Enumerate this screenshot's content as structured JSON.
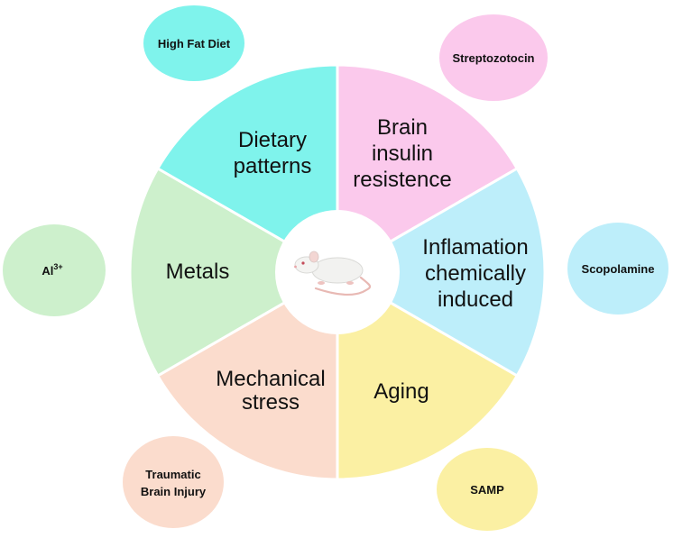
{
  "colors": {
    "dietary": "#7ff3ec",
    "brain": "#fbc9ec",
    "inflammation": "#bdeefa",
    "aging": "#fbf0a3",
    "mechanical": "#fbdccd",
    "metals": "#cdf0cc",
    "center": "#ffffff"
  },
  "center": {
    "icon": "rat-icon"
  },
  "segments": [
    {
      "id": "dietary",
      "lines": [
        "Dietary",
        "patterns"
      ]
    },
    {
      "id": "brain",
      "lines": [
        "Brain",
        "insulin",
        "resistence"
      ]
    },
    {
      "id": "inflammation",
      "lines": [
        "Inflamation",
        "chemically",
        "induced"
      ]
    },
    {
      "id": "aging",
      "lines": [
        "Aging"
      ]
    },
    {
      "id": "mechanical",
      "lines": [
        "Mechanical",
        "stress"
      ]
    },
    {
      "id": "metals",
      "lines": [
        "Metals"
      ]
    }
  ],
  "bubbles": [
    {
      "id": "high-fat-diet",
      "lines": [
        "High Fat Diet"
      ]
    },
    {
      "id": "streptozotocin",
      "lines": [
        "Streptozotocin"
      ]
    },
    {
      "id": "scopolamine",
      "lines": [
        "Scopolamine"
      ]
    },
    {
      "id": "samp",
      "lines": [
        "SAMP"
      ]
    },
    {
      "id": "traumatic-brain-injury",
      "lines": [
        "Traumatic",
        "Brain Injury"
      ]
    },
    {
      "id": "aluminium",
      "base": "Al",
      "sup": "3+"
    }
  ]
}
